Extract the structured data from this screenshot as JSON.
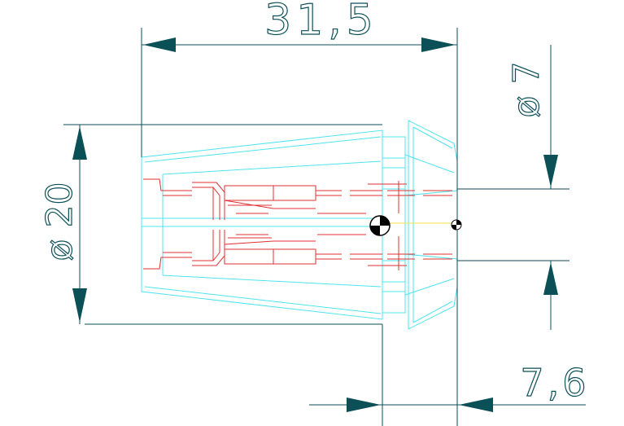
{
  "drawing": {
    "background": "#ffffff",
    "colors": {
      "dimension": "#0b4f57",
      "outline": "#4fe3f0",
      "hidden": "#e03030",
      "centerline": "#f2e24a",
      "marker": "#000000"
    },
    "dimensions": {
      "overall_length": "31,5",
      "outer_diameter": "ø 20",
      "bore_diameter": "ø 7",
      "front_length": "7,6"
    }
  }
}
